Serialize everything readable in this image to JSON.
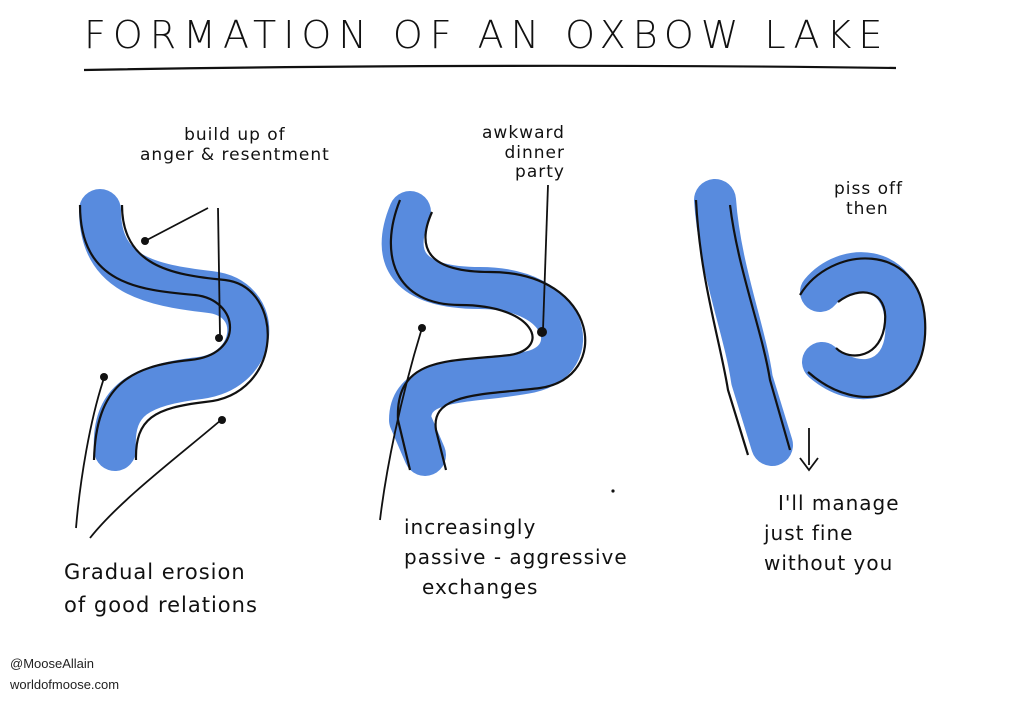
{
  "title": "FORMATION OF AN OXBOW LAKE",
  "colors": {
    "water": "#4f85dc",
    "ink": "#111111",
    "background": "#ffffff"
  },
  "stages": [
    {
      "annotations": [
        {
          "text": [
            "build up of",
            "anger & resentment"
          ]
        },
        {
          "text": [
            "Gradual erosion",
            "of   good relations"
          ]
        }
      ]
    },
    {
      "annotations": [
        {
          "text": [
            "awkward",
            "dinner",
            "party"
          ]
        },
        {
          "text": [
            "increasingly",
            "passive - aggressive",
            "exchanges"
          ]
        }
      ]
    },
    {
      "annotations": [
        {
          "text": [
            "piss off",
            "then"
          ]
        },
        {
          "text": [
            "I'll manage",
            "just   fine",
            "without  you"
          ]
        }
      ]
    }
  ],
  "credits": {
    "handle": "@MooseAllain",
    "site": "worldofmoose.com"
  }
}
